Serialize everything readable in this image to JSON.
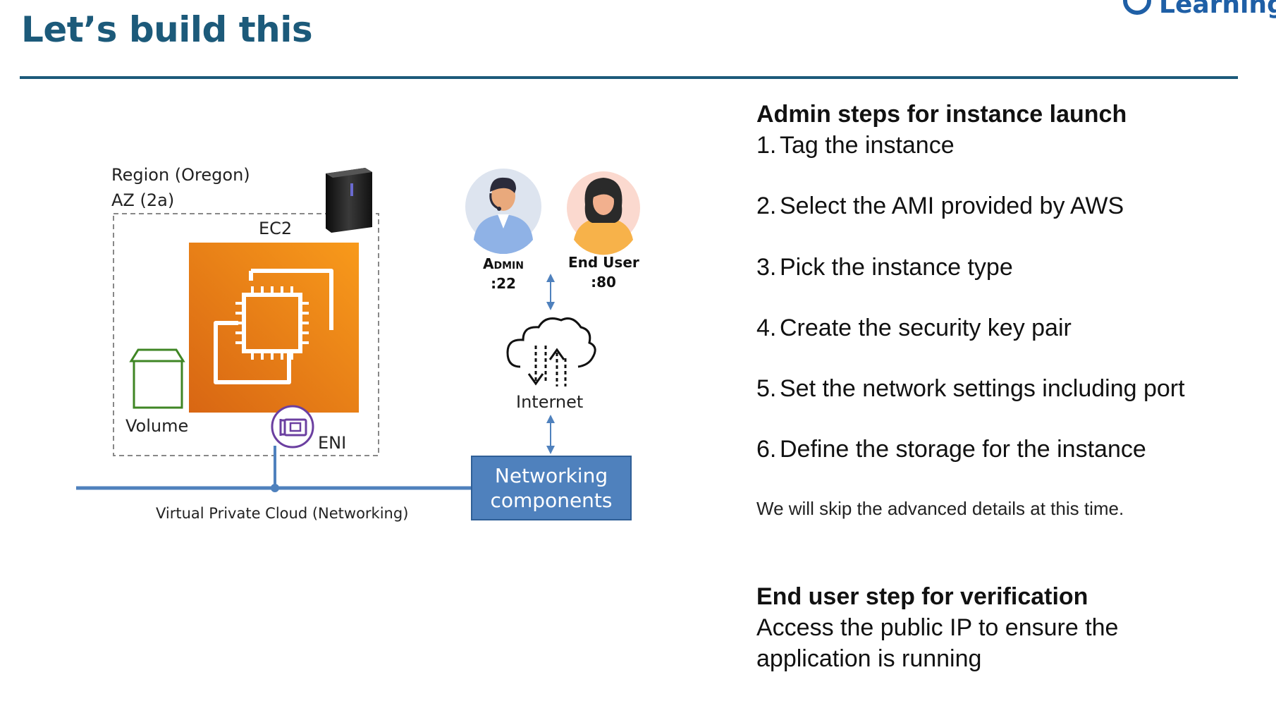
{
  "slide": {
    "title": "Let’s build this",
    "brand_text": "Learning"
  },
  "diagram": {
    "region_label": "Region (Oregon)",
    "az_label": "AZ (2a)",
    "ec2_label": "EC2",
    "volume_label": "Volume",
    "eni_label": "ENI",
    "vpc_label": "Virtual Private Cloud (Networking)",
    "internet_label": "Internet",
    "networking_box_label": "Networking components",
    "admin_label": "Admin",
    "admin_port": ":22",
    "end_user_label": "End User",
    "end_user_port": ":80",
    "colors": {
      "ec2_orange_start": "#d86613",
      "ec2_orange_end": "#f89a1b",
      "volume_green": "#3f8624",
      "eni_purple": "#6b3fa0",
      "vpc_line_blue": "#4f81bd",
      "title_blue": "#1c5a7a"
    }
  },
  "admin_steps": {
    "heading": "Admin steps for instance launch",
    "items": [
      {
        "num": "1.",
        "text": "Tag the instance"
      },
      {
        "num": "2.",
        "text": "Select the AMI provided by AWS"
      },
      {
        "num": "3.",
        "text": "Pick the instance type"
      },
      {
        "num": "4.",
        "text": "Create the security key pair"
      },
      {
        "num": "5.",
        "text": "Set the network settings including port"
      },
      {
        "num": "6.",
        "text": "Define the storage for the instance"
      }
    ],
    "note": "We will skip the advanced details at this time."
  },
  "verification": {
    "heading": "End user step for verification",
    "text": "Access the public IP to ensure the application is running"
  }
}
